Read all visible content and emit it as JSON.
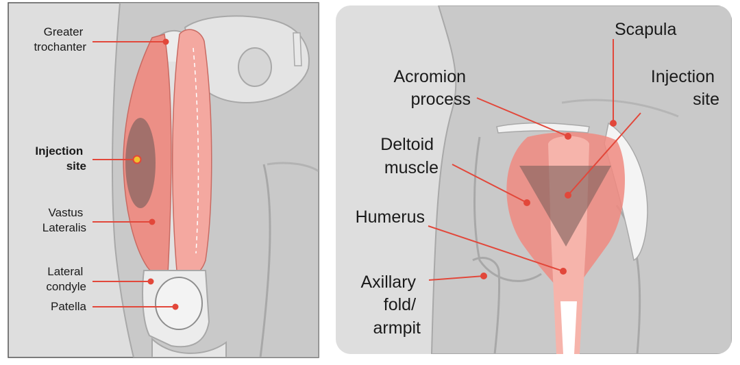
{
  "colors": {
    "panel_bg": "#dedede",
    "body_gray": "#c9c9c9",
    "body_outline": "#a8a8a8",
    "bone": "#efefef",
    "muscle_light": "#f4a8a0",
    "muscle_mid": "#ec8f86",
    "deltoid": "#f08a80",
    "site_dark": "#7b5f5c",
    "leader": "#e2473a",
    "dot": "#e2473a",
    "highlight_dot": "#f2c12e"
  },
  "thigh": {
    "labels": {
      "greater_trochanter": [
        "Greater",
        "trochanter"
      ],
      "injection_site": [
        "Injection",
        "site"
      ],
      "vastus_lateralis": [
        "Vastus",
        "Lateralis"
      ],
      "lateral_condyle": [
        "Lateral",
        "condyle"
      ],
      "patella": [
        "Patella"
      ]
    }
  },
  "shoulder": {
    "labels": {
      "scapula": [
        "Scapula"
      ],
      "acromion_process": [
        "Acromion",
        "process"
      ],
      "injection_site": [
        "Injection",
        "site"
      ],
      "deltoid_muscle": [
        "Deltoid",
        "muscle"
      ],
      "humerus": [
        "Humerus"
      ],
      "axillary_fold": [
        "Axillary",
        "fold/",
        "armpit"
      ]
    }
  }
}
